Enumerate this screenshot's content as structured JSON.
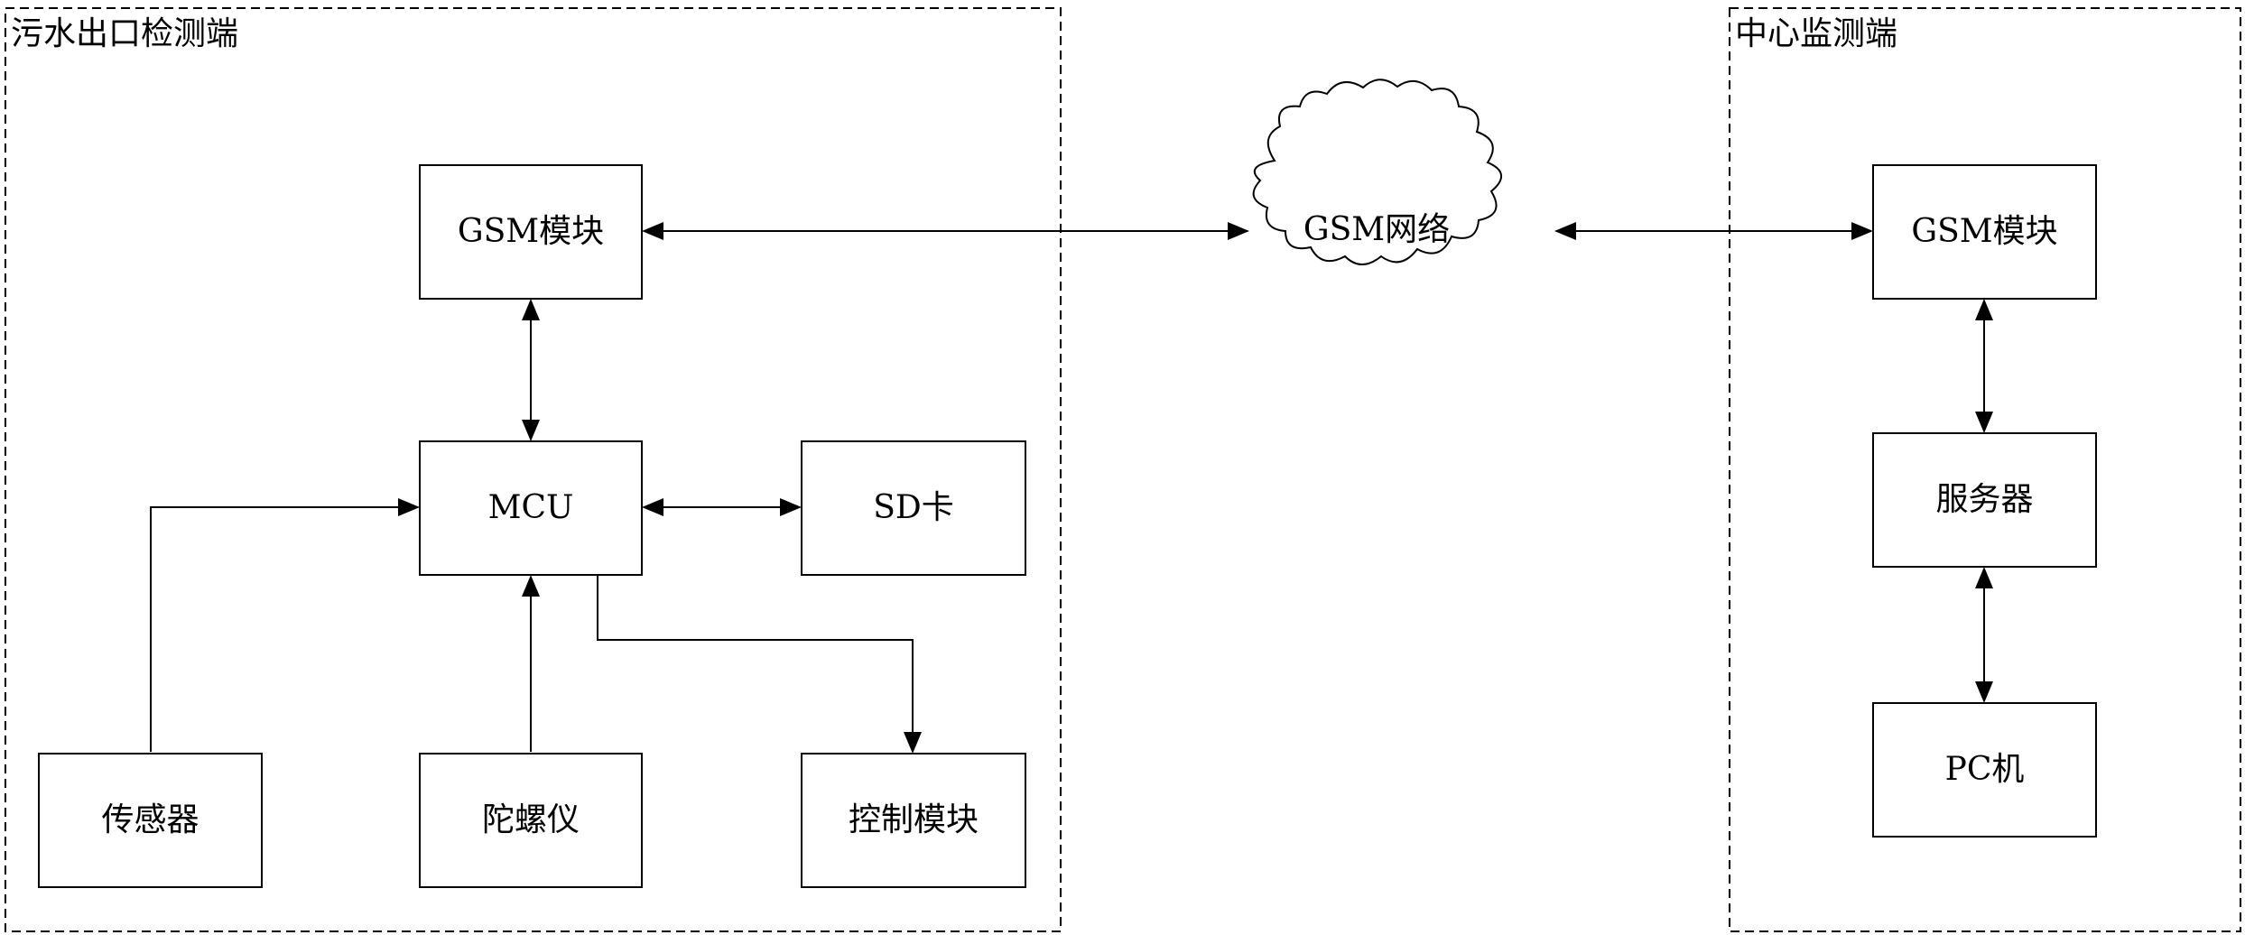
{
  "groups": {
    "outlet": {
      "label": "污水出口检测端"
    },
    "center": {
      "label": "中心监测端"
    }
  },
  "nodes": {
    "gsm_left": "GSM模块",
    "mcu": "MCU",
    "sd": "SD卡",
    "sensor": "传感器",
    "gyro": "陀螺仪",
    "control": "控制模块",
    "network": "GSM网络",
    "gsm_right": "GSM模块",
    "server": "服务器",
    "pc": "PC机"
  }
}
